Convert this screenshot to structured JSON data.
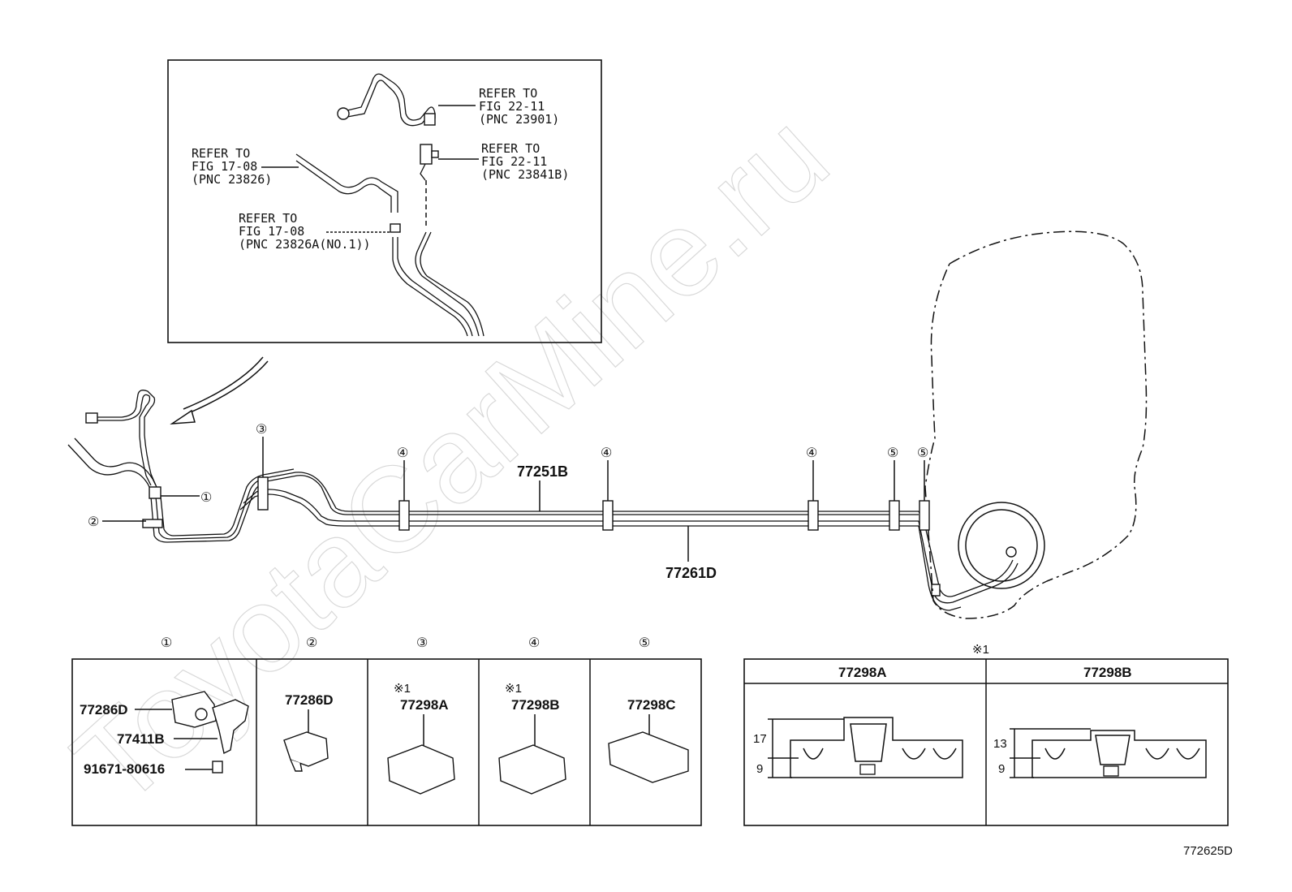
{
  "watermark": "ToyotaCarMine.ru",
  "figure_code": "772625D",
  "inset": {
    "refer_1": {
      "l1": "REFER TO",
      "l2": "FIG 22-11",
      "l3": "(PNC 23901)"
    },
    "refer_2": {
      "l1": "REFER TO",
      "l2": "FIG 22-11",
      "l3": "(PNC 23841B)"
    },
    "refer_3": {
      "l1": "REFER TO",
      "l2": "FIG 17-08",
      "l3": "(PNC 23826)"
    },
    "refer_4": {
      "l1": "REFER TO",
      "l2": "FIG 17-08",
      "l3": "(PNC 23826A(NO.1))"
    }
  },
  "main": {
    "part_upper_tube": "77251B",
    "part_lower_tube": "77261D",
    "callouts": [
      "①",
      "②",
      "③",
      "④",
      "④",
      "④",
      "⑤",
      "⑤"
    ]
  },
  "clip_table": {
    "headers": [
      "①",
      "②",
      "③",
      "④",
      "⑤"
    ],
    "cell1": {
      "part_a": "77286D",
      "part_b": "77411B",
      "part_c": "91671-80616"
    },
    "cell2": {
      "part": "77286D"
    },
    "cell3": {
      "note": "※1",
      "part": "77298A"
    },
    "cell4": {
      "note": "※1",
      "part": "77298B"
    },
    "cell5": {
      "part": "77298C"
    }
  },
  "detail_table": {
    "note": "※1",
    "col_a": {
      "part": "77298A",
      "dim_top": "17",
      "dim_bottom": "9"
    },
    "col_b": {
      "part": "77298B",
      "dim_top": "13",
      "dim_bottom": "9"
    }
  }
}
